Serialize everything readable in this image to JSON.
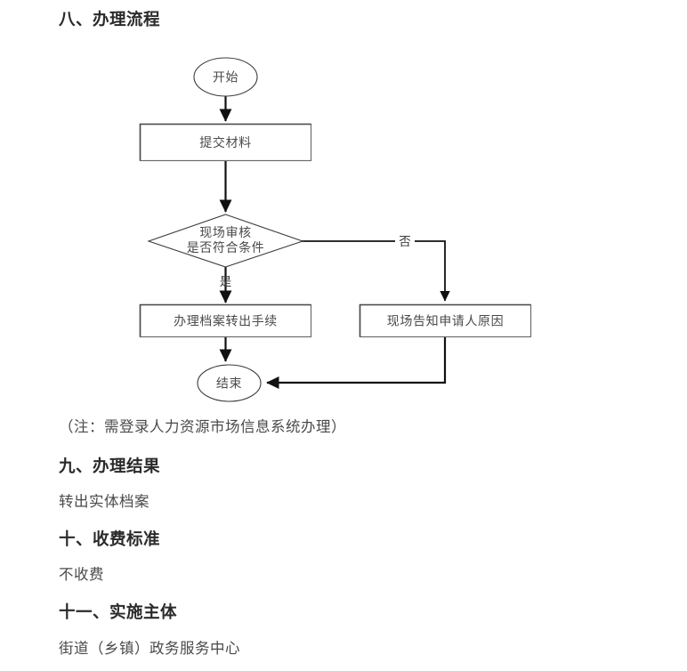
{
  "document": {
    "sections": [
      {
        "id": "flow",
        "heading": "八、办理流程"
      },
      {
        "id": "result",
        "heading": "九、办理结果",
        "text": "转出实体档案"
      },
      {
        "id": "fee",
        "heading": "十、收费标准",
        "text": "不收费"
      },
      {
        "id": "subject",
        "heading": "十一、实施主体",
        "text": "街道（乡镇）政务服务中心"
      }
    ],
    "note": "（注：需登录人力资源市场信息系统办理）"
  },
  "flowchart": {
    "nodes": {
      "start": {
        "label": "开始",
        "shape": "ellipse"
      },
      "submit": {
        "label": "提交材料",
        "shape": "rect"
      },
      "review": {
        "label_line1": "现场审核",
        "label_line2": "是否符合条件",
        "shape": "diamond"
      },
      "transfer": {
        "label": "办理档案转出手续",
        "shape": "rect"
      },
      "inform": {
        "label": "现场告知申请人原因",
        "shape": "rect"
      },
      "end": {
        "label": "结束",
        "shape": "ellipse"
      }
    },
    "edge_labels": {
      "yes": "是",
      "no": "否"
    },
    "colors": {
      "connector": "#111111",
      "shape_stroke": "#3c3c3c",
      "box_stroke": "#6d6d6d",
      "text": "#4a4a4a",
      "background": "#ffffff"
    }
  }
}
